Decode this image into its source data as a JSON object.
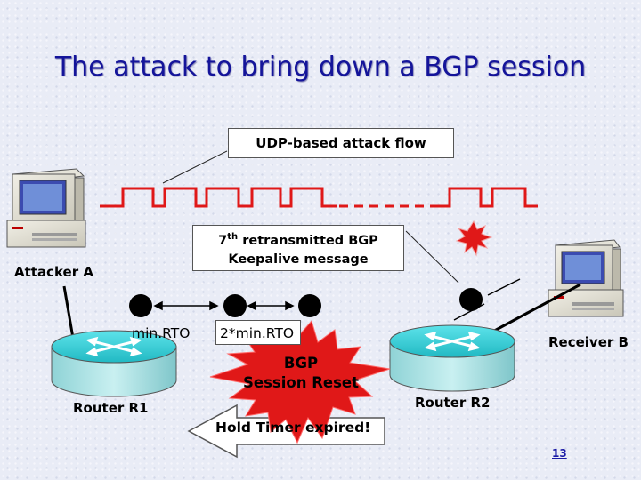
{
  "slide": {
    "title": "The attack to bring down a BGP session",
    "page_number": "13"
  },
  "labels": {
    "udp_flow": "UDP-based attack flow",
    "keepalive_line1_prefix": "7",
    "keepalive_line1_sup": "th",
    "keepalive_line1_rest": " retransmitted BGP",
    "keepalive_line2": "Keepalive message",
    "attacker": "Attacker A",
    "receiver": "Receiver B",
    "router_r1": "Router R1",
    "router_r2": "Router R2",
    "min_rto": "min.RTO",
    "two_min_rto": "2*min.RTO",
    "session_reset_line1": "BGP",
    "session_reset_line2": "Session Reset",
    "hold_timer": "Hold Timer expired!"
  },
  "colors": {
    "title": "#14149a",
    "attack_pulse": "#e01818",
    "reset_burst": "#e01818",
    "router_top": "#38d0d8",
    "router_body": "#9fdcde",
    "packet": "#000000"
  },
  "icons": [
    "computer-icon",
    "router-icon",
    "explosion-icon",
    "double-arrow-icon"
  ]
}
